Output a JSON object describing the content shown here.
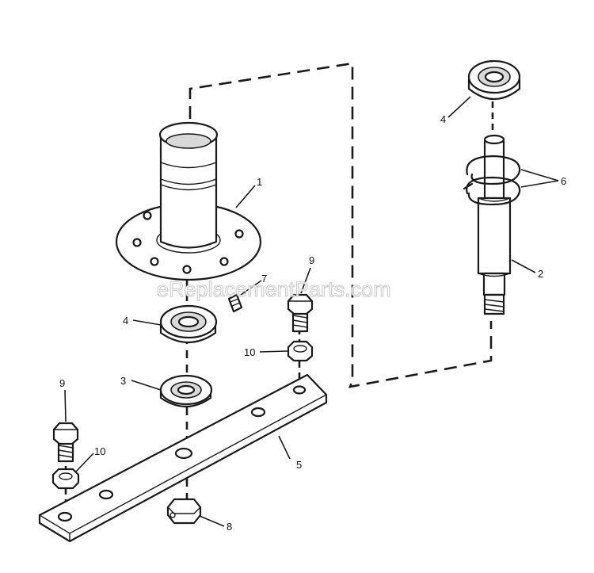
{
  "watermark": "eReplacementParts.com",
  "callouts": {
    "c1": "1",
    "c2": "2",
    "c3": "3",
    "c4a": "4",
    "c4b": "4",
    "c5": "5",
    "c6": "6",
    "c7": "7",
    "c8": "8",
    "c9a": "9",
    "c9b": "9",
    "c10a": "10",
    "c10b": "10"
  }
}
